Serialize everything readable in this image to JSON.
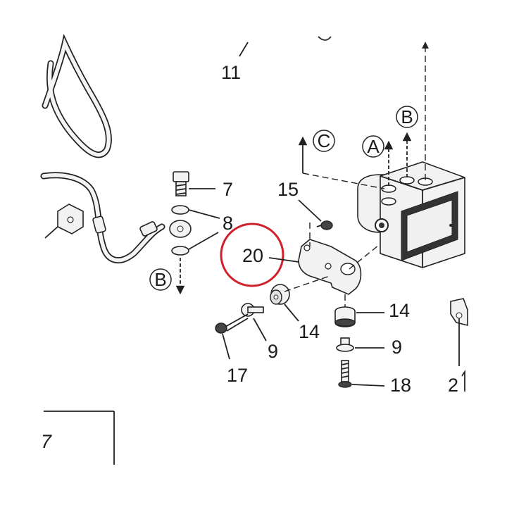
{
  "callouts": {
    "c7": "7",
    "c8": "8",
    "c9a": "9",
    "c9b": "9",
    "c11": "11",
    "c14a": "14",
    "c14b": "14",
    "c15": "15",
    "c17": "17",
    "c18": "18",
    "c20": "20",
    "c21": "2",
    "c27": "7"
  },
  "direction_markers": {
    "A": "A",
    "B_top": "B",
    "B_left": "B",
    "C": "C"
  },
  "colors": {
    "highlight_ring": "#d0202a",
    "line": "#222222",
    "background": "#ffffff"
  }
}
